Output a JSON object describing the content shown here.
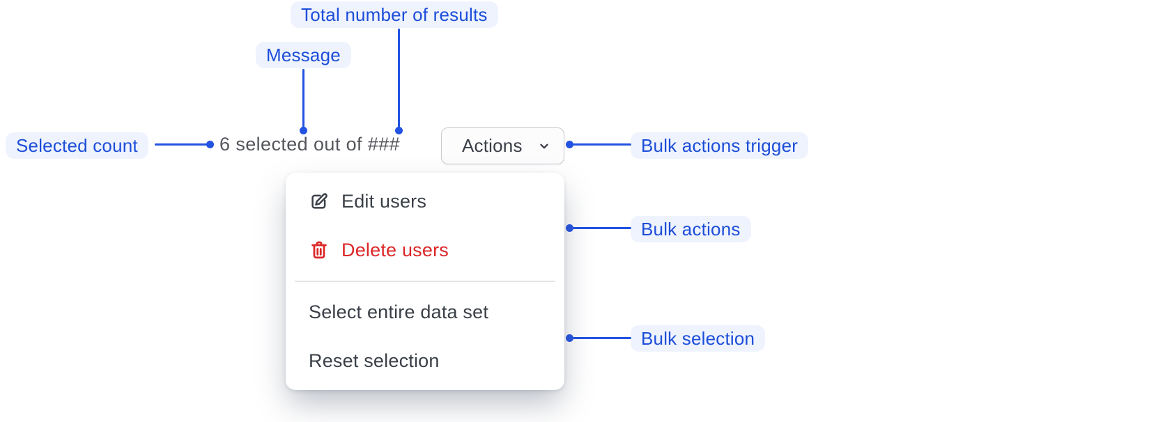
{
  "colors": {
    "accent_blue": "#1d4ed8",
    "label_pill_bg": "#eef3fe",
    "connector_blue": "#2253e2",
    "message_gray": "#54565c",
    "menu_text": "#3a3f47",
    "danger_red": "#dc2626",
    "button_border": "#c9ccd0",
    "divider_gray": "#e4e6e9",
    "panel_bg": "#ffffff"
  },
  "annotations": {
    "total_results": "Total number of results",
    "message": "Message",
    "selected_count": "Selected count",
    "bulk_actions_trigger": "Bulk actions trigger",
    "bulk_actions": "Bulk actions",
    "bulk_selection": "Bulk selection"
  },
  "selection_bar": {
    "message": "6 selected out of ###",
    "trigger_label": "Actions",
    "trigger_icon": "chevron-down-icon"
  },
  "menu": {
    "items": [
      {
        "label": "Edit users",
        "icon": "edit-icon",
        "variant": "default"
      },
      {
        "label": "Delete users",
        "icon": "trash-icon",
        "variant": "danger"
      },
      {
        "label": "Select entire data set",
        "icon": null,
        "variant": "default"
      },
      {
        "label": "Reset selection",
        "icon": null,
        "variant": "default"
      }
    ]
  }
}
